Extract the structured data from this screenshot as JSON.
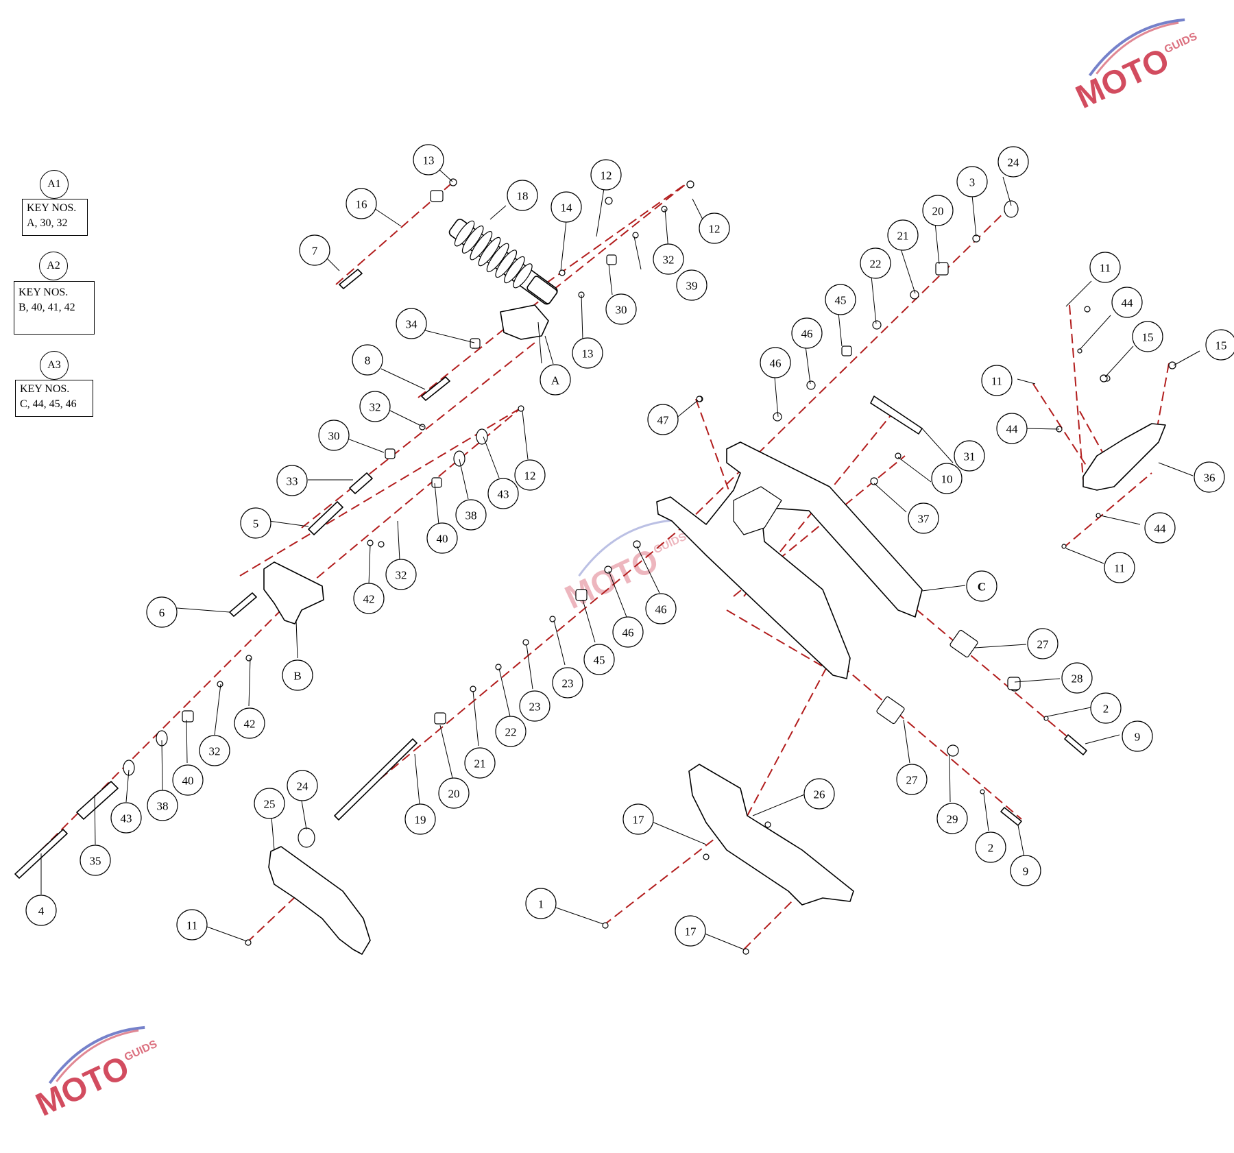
{
  "diagram": {
    "key_groups": [
      {
        "tag": "A1",
        "title": "KEY NOS.",
        "items": "A, 30, 32"
      },
      {
        "tag": "A2",
        "title": "KEY NOS.",
        "items": "B, 40, 41, 42"
      },
      {
        "tag": "A3",
        "title": "KEY NOS.",
        "items": "C, 44, 45, 46"
      }
    ],
    "watermark": {
      "brand": "MOTO",
      "suffix": "GUIDS"
    },
    "callouts": [
      "13",
      "16",
      "18",
      "7",
      "12",
      "14",
      "12",
      "32",
      "39",
      "30",
      "13",
      "34",
      "8",
      "A",
      "24",
      "3",
      "20",
      "21",
      "22",
      "45",
      "46",
      "46",
      "47",
      "31",
      "10",
      "37",
      "C",
      "11",
      "44",
      "15",
      "15",
      "11",
      "44",
      "36",
      "44",
      "11",
      "32",
      "30",
      "33",
      "5",
      "12",
      "43",
      "38",
      "40",
      "32",
      "42",
      "6",
      "B",
      "42",
      "32",
      "40",
      "38",
      "43",
      "35",
      "4",
      "46",
      "46",
      "45",
      "23",
      "23",
      "22",
      "21",
      "20",
      "19",
      "24",
      "25",
      "11",
      "27",
      "28",
      "2",
      "9",
      "27",
      "29",
      "2",
      "9",
      "26",
      "17",
      "17",
      "1"
    ]
  },
  "colors": {
    "dash": "#b21d1d",
    "line": "#000000",
    "watermark": "#c4112a",
    "watermark_accent": "#3b4bb3"
  }
}
